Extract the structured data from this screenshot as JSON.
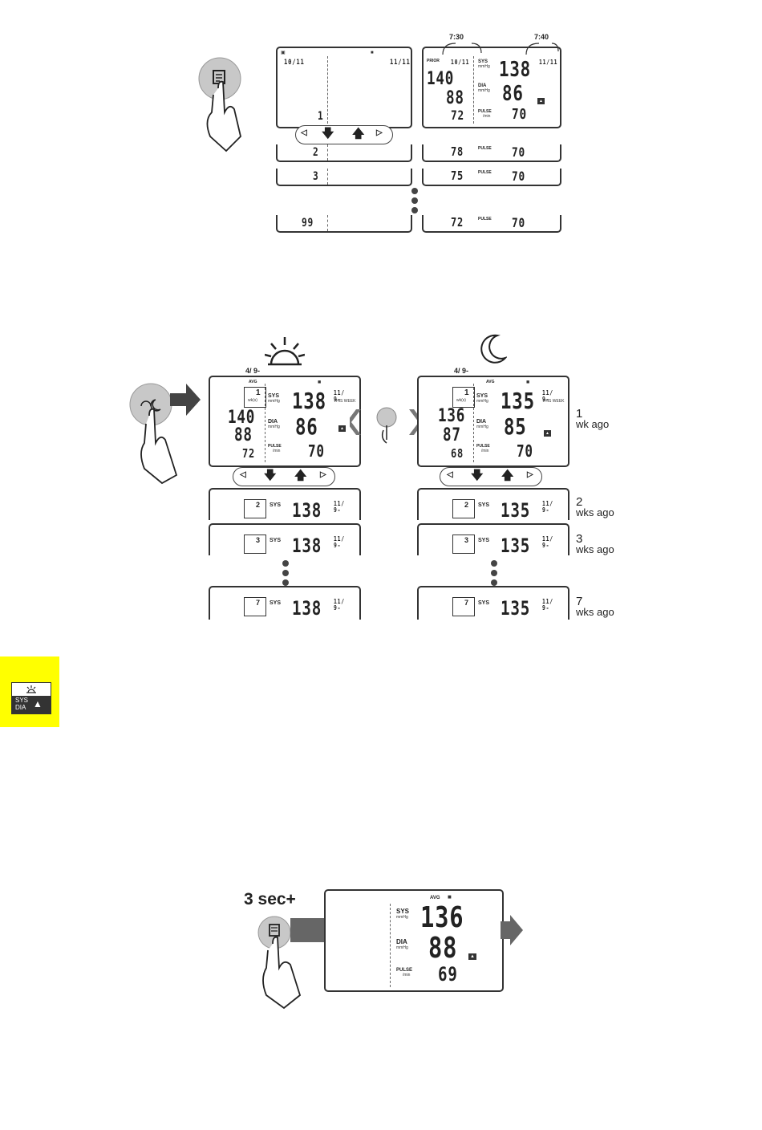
{
  "figure1": {
    "top_display": {
      "date_left": "10/11",
      "date_right": "11/11",
      "index": "1"
    },
    "records": [
      {
        "index": "2",
        "pulse_left": "78",
        "pulse_right": "70"
      },
      {
        "index": "3",
        "pulse_left": "75",
        "pulse_right": "70"
      },
      {
        "index": "99",
        "pulse_left": "72",
        "pulse_right": "70"
      }
    ],
    "right_display": {
      "time_left": "7:30",
      "time_right": "7:40",
      "prior_label": "PRIOR",
      "date_left": "10/11",
      "date_right": "11/11",
      "sys_label": "SYS",
      "dia_label": "DIA",
      "pulse_label": "PULSE",
      "unit": "mmHg",
      "pulse_unit": "/min",
      "prior_sys": "140",
      "prior_dia": "88",
      "prior_pulse": "72",
      "sys": "138",
      "dia": "86",
      "pulse": "70",
      "pulse_word": "PULSE"
    }
  },
  "figure2": {
    "left_display": {
      "date": "4/ 9-",
      "avg": "AVG",
      "wk_count": "1",
      "wks_label": "wk(s)",
      "prior_sys": "140",
      "prior_dia": "88",
      "prior_pulse": "72",
      "sys": "138",
      "dia": "86",
      "pulse": "70",
      "right_date": "11/ 9-",
      "this_week": "THIS WEEK",
      "sys_label": "SYS",
      "dia_label": "DIA",
      "pulse_label": "PULSE",
      "unit": "mmHg",
      "pulse_unit": "/min"
    },
    "right_display": {
      "date": "4/ 9-",
      "avg": "AVG",
      "wk_count": "1",
      "wks_label": "wk(s)",
      "prior_sys": "136",
      "prior_dia": "87",
      "prior_pulse": "68",
      "sys": "135",
      "dia": "85",
      "pulse": "70",
      "right_date": "11/ 9-",
      "this_week": "THIS WEEK",
      "sys_label": "SYS",
      "dia_label": "DIA",
      "pulse_label": "PULSE",
      "unit": "mmHg",
      "pulse_unit": "/min"
    },
    "left_rows": [
      {
        "wk": "2",
        "sys": "138",
        "date": "11/ 9-"
      },
      {
        "wk": "3",
        "sys": "138",
        "date": "11/ 9-"
      },
      {
        "wk": "7",
        "sys": "138",
        "date": "11/ 9-"
      }
    ],
    "right_rows": [
      {
        "wk": "2",
        "sys": "135",
        "date": "11/ 9-",
        "ago": "wks ago",
        "ago_num": "2"
      },
      {
        "wk": "3",
        "sys": "135",
        "date": "11/ 9-",
        "ago": "wks ago",
        "ago_num": "3"
      },
      {
        "wk": "7",
        "sys": "135",
        "date": "11/ 9-",
        "ago": "wks ago",
        "ago_num": "7"
      }
    ],
    "first_ago_num": "1",
    "first_ago": "wk ago"
  },
  "icon_box": {
    "sys": "SYS",
    "dia": "DIA"
  },
  "figure3": {
    "hold_label": "3 sec+",
    "avg": "AVG",
    "sys_label": "SYS",
    "dia_label": "DIA",
    "pulse_label": "PULSE",
    "unit": "mmHg",
    "pulse_unit": "/min",
    "sys": "136",
    "dia": "88",
    "pulse": "69"
  },
  "colors": {
    "highlight_box": "#ffff00",
    "ink": "#222222"
  }
}
